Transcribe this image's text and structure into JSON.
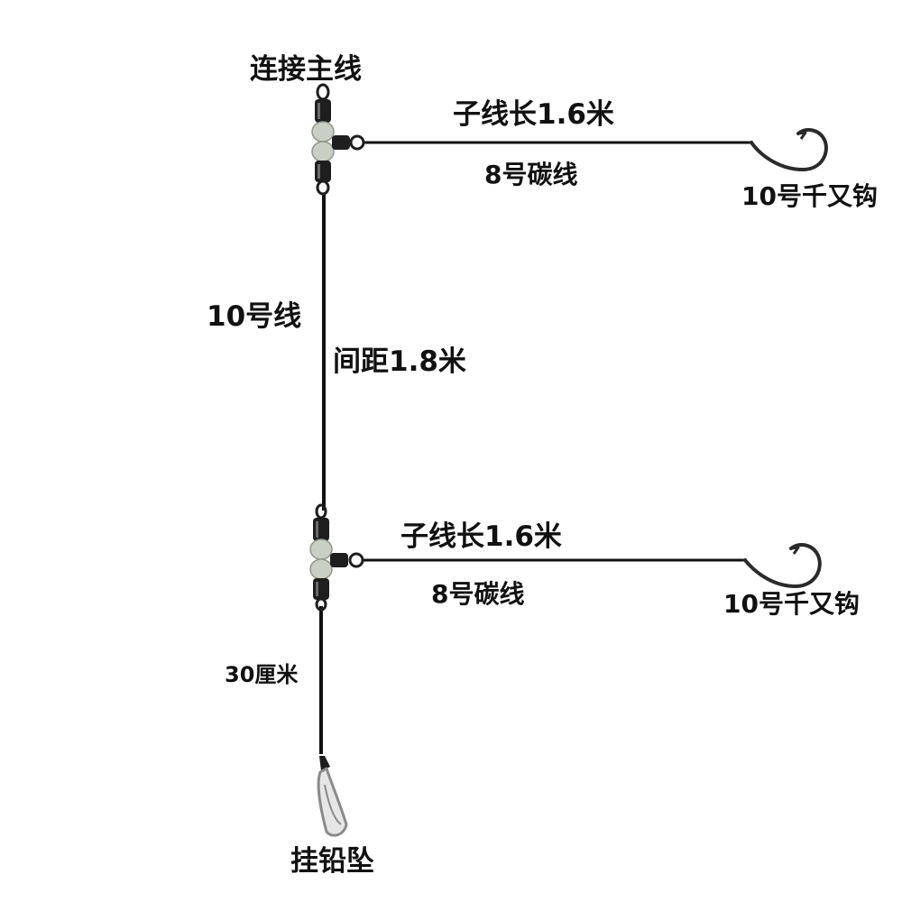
{
  "labels": {
    "connect_main_line": "连接主线",
    "branch_top_length": "子线长1.6米",
    "branch_top_material": "8号碳线",
    "hook_top": "10号千又钩",
    "main_line": "10号线",
    "spacing": "间距1.8米",
    "branch_bottom_length": "子线长1.6米",
    "branch_bottom_material": "8号碳线",
    "hook_bottom": "10号千又钩",
    "bottom_length": "30厘米",
    "sinker": "挂铅坠"
  },
  "colors": {
    "line": "#111111",
    "swivel_body": "#1e1e1e",
    "bead": "#c9cfc4",
    "hook_steel": "#2a2a2a",
    "snap_steel": "#8a8a8a"
  }
}
